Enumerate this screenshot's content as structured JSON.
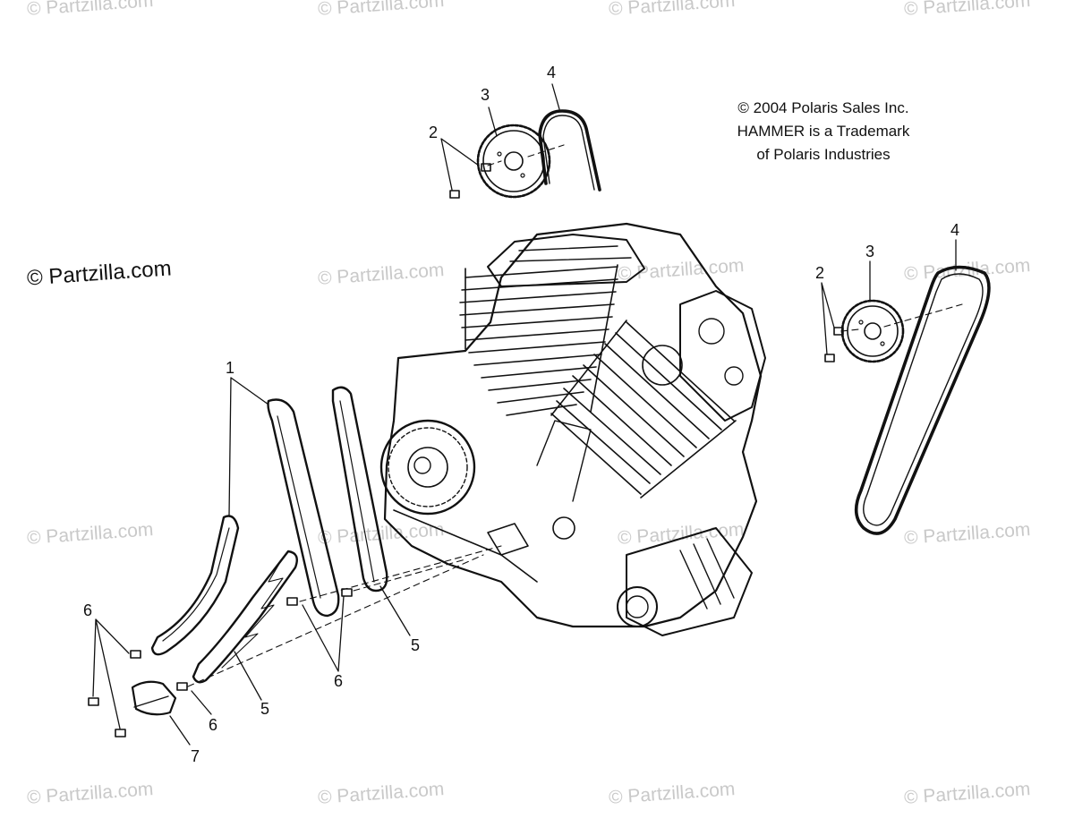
{
  "watermark": "© Partzilla.com",
  "copyright": {
    "line1": "© 2004 Polaris Sales Inc.",
    "line2": "HAMMER is a Trademark",
    "line3": "of Polaris Industries"
  },
  "callouts": {
    "c1": "1",
    "c2a": "2",
    "c2b": "2",
    "c3a": "3",
    "c3b": "3",
    "c4a": "4",
    "c4b": "4",
    "c5a": "5",
    "c5b": "5",
    "c6a": "6",
    "c6b": "6",
    "c6c": "6",
    "c7": "7"
  }
}
